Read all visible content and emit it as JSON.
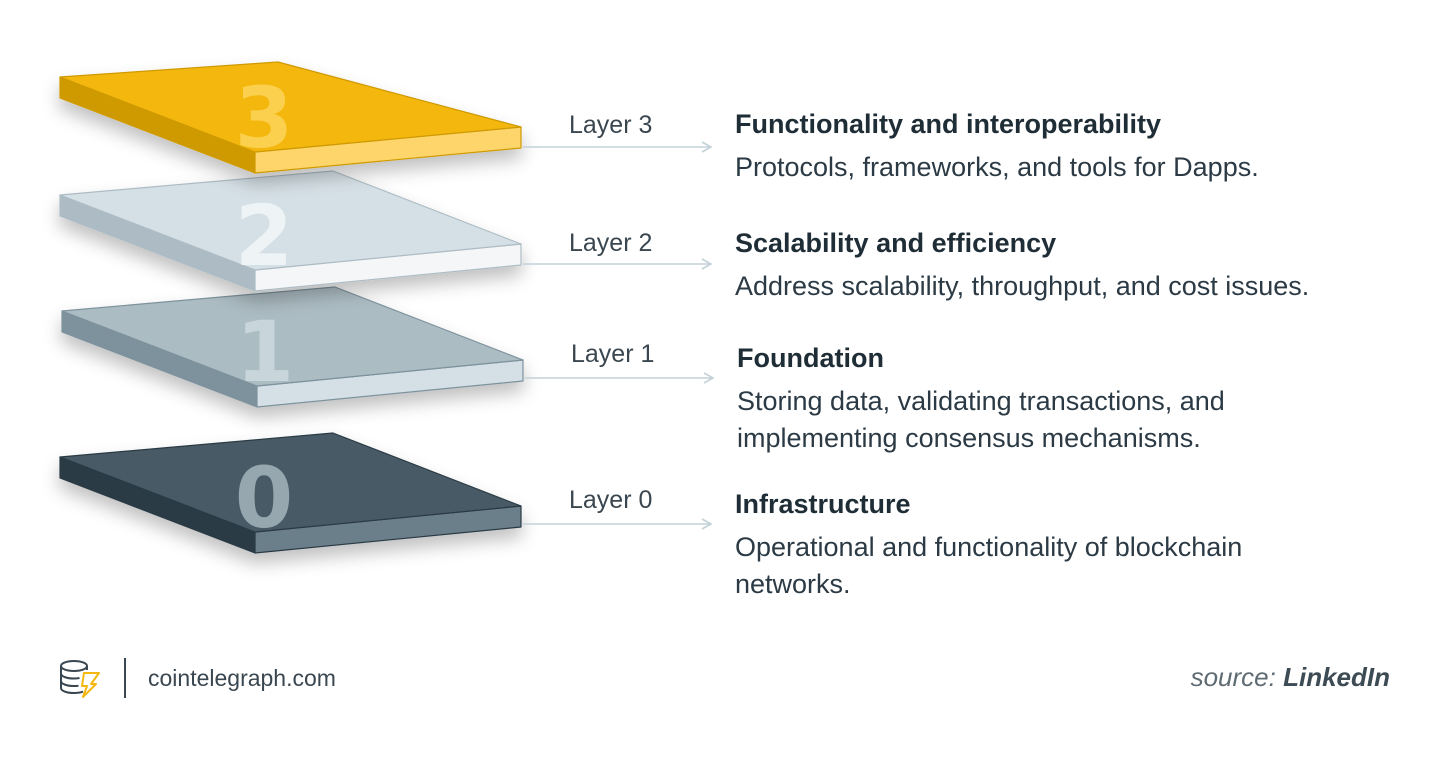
{
  "layers": [
    {
      "numeral": "3",
      "label": "Layer 3",
      "title": "Functionality and interoperability",
      "description": "Protocols, frameworks, and tools for Dapps.",
      "colors": {
        "top": "#f4b70f",
        "left": "#cf9a06",
        "front": "#fdd56b",
        "numeral": "#fbd04e"
      }
    },
    {
      "numeral": "2",
      "label": "Layer 2",
      "title": "Scalability and efficiency",
      "description": "Address scalability, throughput, and cost issues.",
      "colors": {
        "top": "#d5e0e6",
        "left": "#adbcc4",
        "front": "#f4f6f7",
        "numeral": "#eef3f5"
      }
    },
    {
      "numeral": "1",
      "label": "Layer 1",
      "title": "Foundation",
      "description": "Storing data, validating transactions, and implementing consensus mechanisms.",
      "colors": {
        "top": "#acbcc3",
        "left": "#7d929c",
        "front": "#d4e0e6",
        "numeral": "#c8d5db"
      }
    },
    {
      "numeral": "0",
      "label": "Layer 0",
      "title": "Infrastructure",
      "description": "Operational and functionality of blockchain networks.",
      "colors": {
        "top": "#465a65",
        "left": "#2b3a44",
        "front": "#6a7f8a",
        "numeral": "#97a7af"
      }
    }
  ],
  "colors": {
    "connector": "#c3d2d9",
    "text": "#2b3a44"
  },
  "footer": {
    "logo_icon": "cointelegraph-logo-icon",
    "brand_url": "cointelegraph.com",
    "source_prefix": "source:",
    "source_name": "LinkedIn"
  }
}
